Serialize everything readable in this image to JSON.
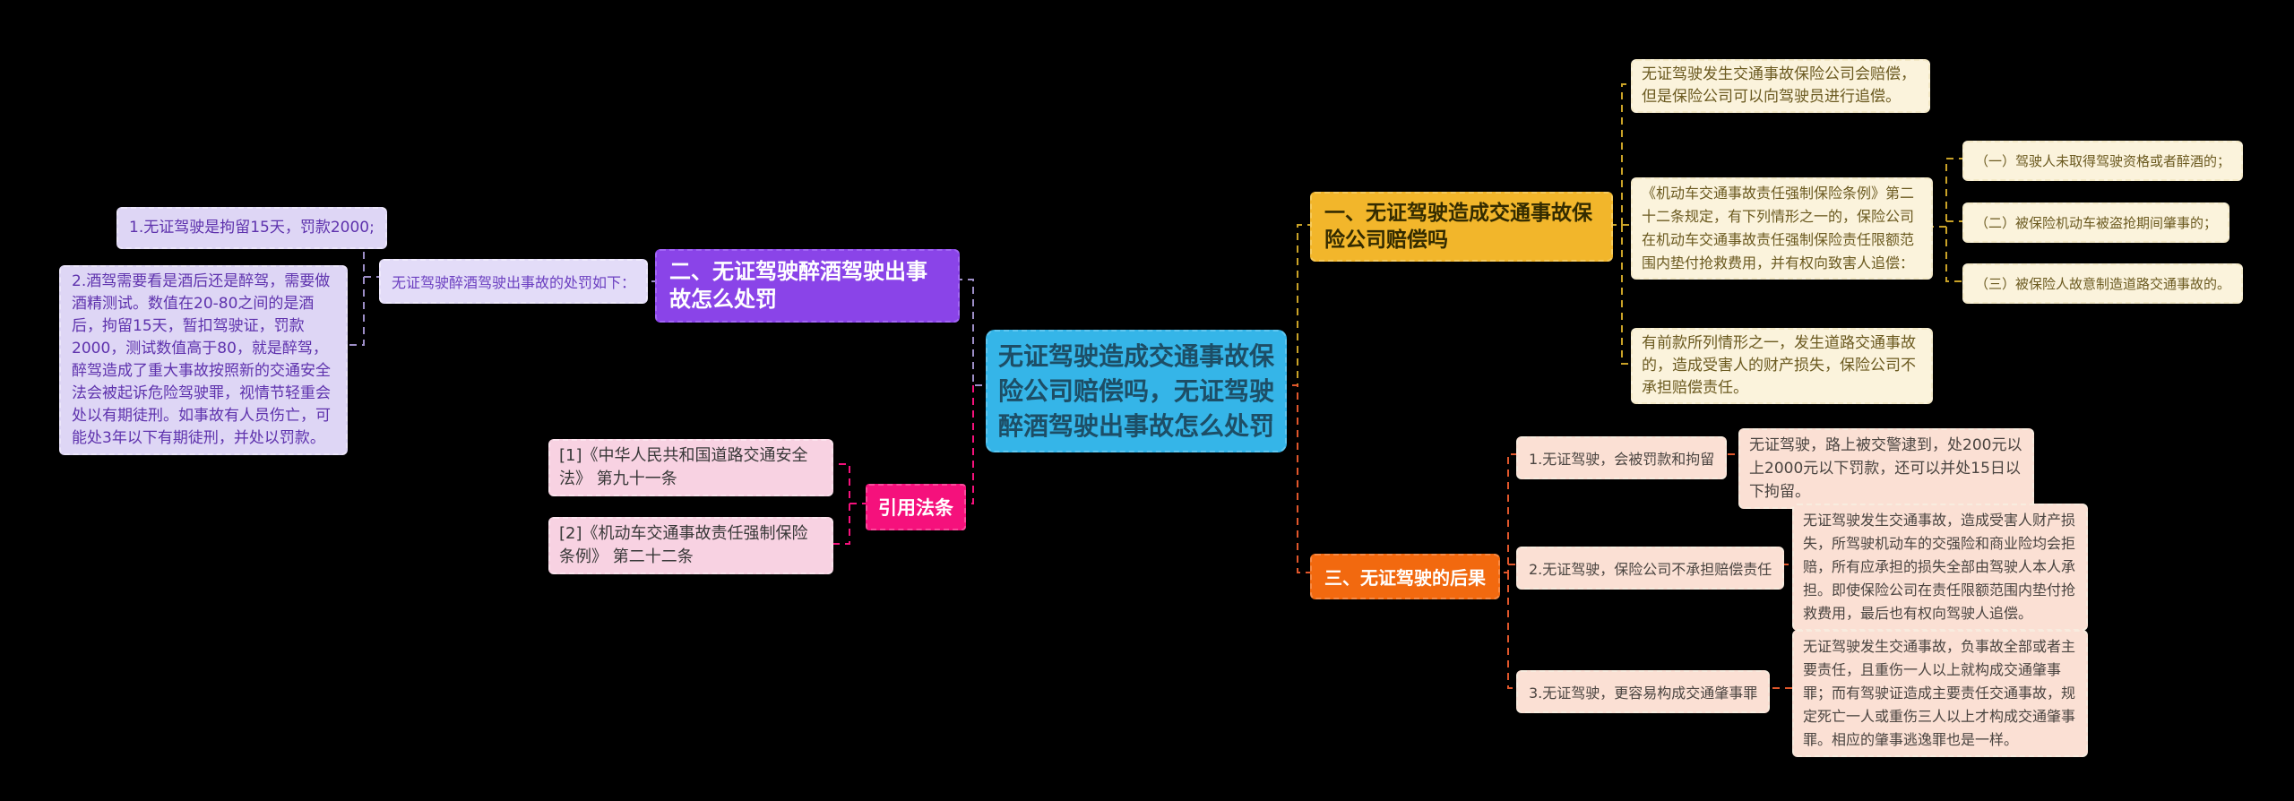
{
  "page": {
    "background": "#000000"
  },
  "center": {
    "text": "无证驾驶造成交通事故保险公司赔偿吗，无证驾驶醉酒驾驶出事故怎么处罚"
  },
  "branch_two": {
    "title": "二、无证驾驶醉酒驾驶出事故怎么处罚",
    "intro": "无证驾驶醉酒驾驶出事故的处罚如下：",
    "items": [
      "1.无证驾驶是拘留15天，罚款2000;",
      "2.酒驾需要看是酒后还是醉驾，需要做酒精测试。数值在20-80之间的是酒后，拘留15天，暂扣驾驶证，罚款2000，测试数值高于80，就是醉驾，醉驾造成了重大事故按照新的交通安全法会被起诉危险驾驶罪，视情节轻重会处以有期徒刑。如事故有人员伤亡，可能处3年以下有期徒刑，并处以罚款。"
    ]
  },
  "branch_laws": {
    "title": "引用法条",
    "items": [
      "[1]《中华人民共和国道路交通安全法》 第九十一条",
      "[2]《机动车交通事故责任强制保险条例》 第二十二条"
    ]
  },
  "branch_one": {
    "title": "一、无证驾驶造成交通事故保险公司赔偿吗",
    "items": [
      "无证驾驶发生交通事故保险公司会赔偿，但是保险公司可以向驾驶员进行追偿。",
      "《机动车交通事故责任强制保险条例》第二十二条规定，有下列情形之一的，保险公司在机动车交通事故责任强制保险责任限额范围内垫付抢救费用，并有权向致害人追偿：",
      "有前款所列情形之一，发生道路交通事故的，造成受害人的财产损失，保险公司不承担赔偿责任。"
    ],
    "cases": [
      "（一）驾驶人未取得驾驶资格或者醉酒的；",
      "（二）被保险机动车被盗抢期间肇事的；",
      "（三）被保险人故意制造道路交通事故的。"
    ]
  },
  "branch_three": {
    "title": "三、无证驾驶的后果",
    "items": [
      {
        "label": "1.无证驾驶，会被罚款和拘留",
        "detail": "无证驾驶，路上被交警逮到，处200元以上2000元以下罚款，还可以并处15日以下拘留。"
      },
      {
        "label": "2.无证驾驶，保险公司不承担赔偿责任",
        "detail": "无证驾驶发生交通事故，造成受害人财产损失，所驾驶机动车的交强险和商业险均会拒赔，所有应承担的损失全部由驾驶人本人承担。即使保险公司在责任限额范围内垫付抢救费用，最后也有权向驾驶人追偿。"
      },
      {
        "label": "3.无证驾驶，更容易构成交通肇事罪",
        "detail": "无证驾驶发生交通事故，负事故全部或者主要责任，且重伤一人以上就构成交通肇事罪；而有驾驶证造成主要责任交通事故，规定死亡一人或重伤三人以上才构成交通肇事罪。相应的肇事逃逸罪也是一样。"
      }
    ]
  },
  "colors": {
    "center_bg": "#35b5e8",
    "branch_two_bg": "#8a44e8",
    "branch_two_item_bg": "#ded6f5",
    "laws_bg": "#f5117c",
    "laws_item_bg": "#f8d2e2",
    "branch_one_bg": "#f2b62b",
    "branch_one_item_bg": "#fbf3dc",
    "branch_three_bg": "#f2690f",
    "branch_three_item_bg": "#fbe0d4",
    "connector_purple": "#9d8ec7",
    "connector_pink": "#f5117c",
    "connector_amber": "#c9a227",
    "connector_orange": "#e0562b"
  }
}
